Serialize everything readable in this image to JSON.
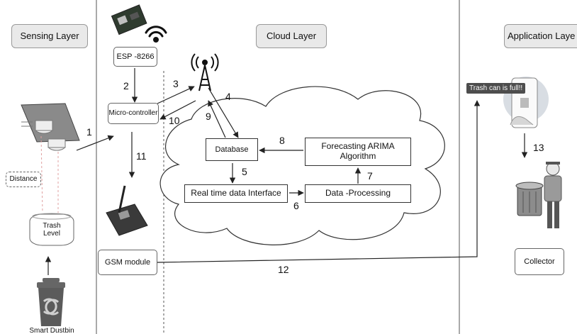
{
  "layers": {
    "sensing": "Sensing Layer",
    "cloud": "Cloud Layer",
    "application": "Application Laye"
  },
  "nodes": {
    "esp": "ESP -8266",
    "microcontroller": "Micro-controller",
    "database": "Database",
    "forecasting": "Forecasting ARIMA\nAlgorithm",
    "realtime": "Real time data Interface",
    "processing": "Data -Processing",
    "gsm": "GSM module",
    "collector": "Collector",
    "distance": "Distance",
    "trash_level": "Trash\nLevel",
    "smart_dustbin": "Smart Dustbin"
  },
  "notification": "Trash can is full!!",
  "steps": [
    "1",
    "2",
    "3",
    "4",
    "5",
    "6",
    "7",
    "8",
    "9",
    "10",
    "11",
    "12",
    "13"
  ]
}
